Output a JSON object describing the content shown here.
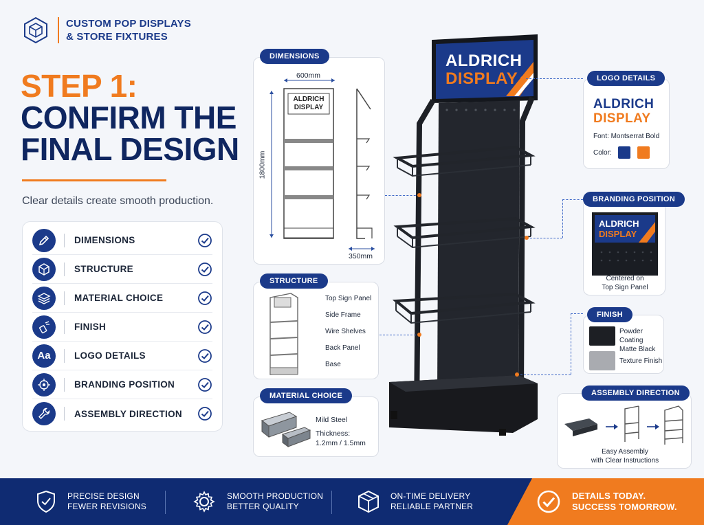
{
  "brand": {
    "line1": "CUSTOM POP DISPLAYS",
    "line2": "& STORE FIXTURES"
  },
  "headline": {
    "step": "STEP 1:",
    "line1": "CONFIRM THE",
    "line2": "FINAL DESIGN"
  },
  "subtitle": "Clear details create smooth production.",
  "checklist": [
    {
      "label": "DIMENSIONS",
      "icon": "pencil-icon"
    },
    {
      "label": "STRUCTURE",
      "icon": "cube-icon"
    },
    {
      "label": "MATERIAL CHOICE",
      "icon": "layers-icon"
    },
    {
      "label": "FINISH",
      "icon": "spray-icon"
    },
    {
      "label": "LOGO DETAILS",
      "icon": "typeface-icon"
    },
    {
      "label": "BRANDING POSITION",
      "icon": "target-icon"
    },
    {
      "label": "ASSEMBLY DIRECTION",
      "icon": "wrench-icon"
    }
  ],
  "typeface_glyph": "Aa",
  "dimensions": {
    "tag": "DIMENSIONS",
    "width": "600mm",
    "height": "1800mm",
    "depth": "350mm",
    "sign_line1": "ALDRICH",
    "sign_line2": "DISPLAY"
  },
  "structure": {
    "tag": "STRUCTURE",
    "parts": [
      "Top Sign Panel",
      "Side Frame",
      "Wire Shelves",
      "Back Panel",
      "Base"
    ]
  },
  "material": {
    "tag": "MATERIAL CHOICE",
    "name": "Mild Steel",
    "thickness_label": "Thickness:",
    "thickness": "1.2mm / 1.5mm"
  },
  "sign": {
    "line1": "ALDRICH",
    "line2": "DISPLAY"
  },
  "logo": {
    "tag": "LOGO DETAILS",
    "line1": "ALDRICH",
    "line2": "DISPLAY",
    "font": "Font: Montserrat Bold",
    "color_label": "Color:",
    "colors": [
      "#1b3a8a",
      "#f07b1f"
    ]
  },
  "branding": {
    "tag": "BRANDING POSITION",
    "line1": "Centered on",
    "line2": "Top Sign Panel"
  },
  "finish": {
    "tag": "FINISH",
    "option1_line1": "Powder Coating",
    "option1_line2": "Matte Black",
    "option2": "Texture Finish"
  },
  "assembly": {
    "tag": "ASSEMBLY DIRECTION",
    "line1": "Easy Assembly",
    "line2": "with Clear Instructions"
  },
  "footer": [
    {
      "line1": "PRECISE DESIGN",
      "line2": "FEWER REVISIONS",
      "icon": "shield-check-icon"
    },
    {
      "line1": "SMOOTH PRODUCTION",
      "line2": "BETTER QUALITY",
      "icon": "gear-icon"
    },
    {
      "line1": "ON-TIME DELIVERY",
      "line2": "RELIABLE PARTNER",
      "icon": "box-icon"
    }
  ],
  "footer_cta": {
    "line1": "DETAILS TODAY.",
    "line2": "SUCCESS TOMORROW.",
    "icon": "check-circle-icon"
  },
  "colors": {
    "navy": "#1b3a8a",
    "dark_navy": "#0f2660",
    "orange": "#f07b1f"
  }
}
